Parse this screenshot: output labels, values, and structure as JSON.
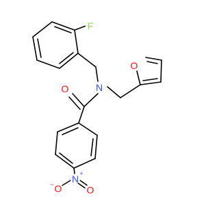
{
  "molecule": {
    "atoms": {
      "fluorine": "F",
      "ring_oxygen": "O",
      "carbonyl_oxygen": "O",
      "amide_nitrogen": "N",
      "nitro_nitrogen": "N",
      "nitro_oxygen_left": "O",
      "nitro_oxygen_right": "O"
    },
    "charges": {
      "nitro_nitrogen": "+",
      "nitro_oxygen_left": "−"
    },
    "colors": {
      "bond": "#000000",
      "carbon_label": "#000000",
      "fluorine": "#90E050",
      "oxygen": "#FF0D0D",
      "nitrogen": "#3050F8",
      "background": "#FFFFFF"
    }
  }
}
